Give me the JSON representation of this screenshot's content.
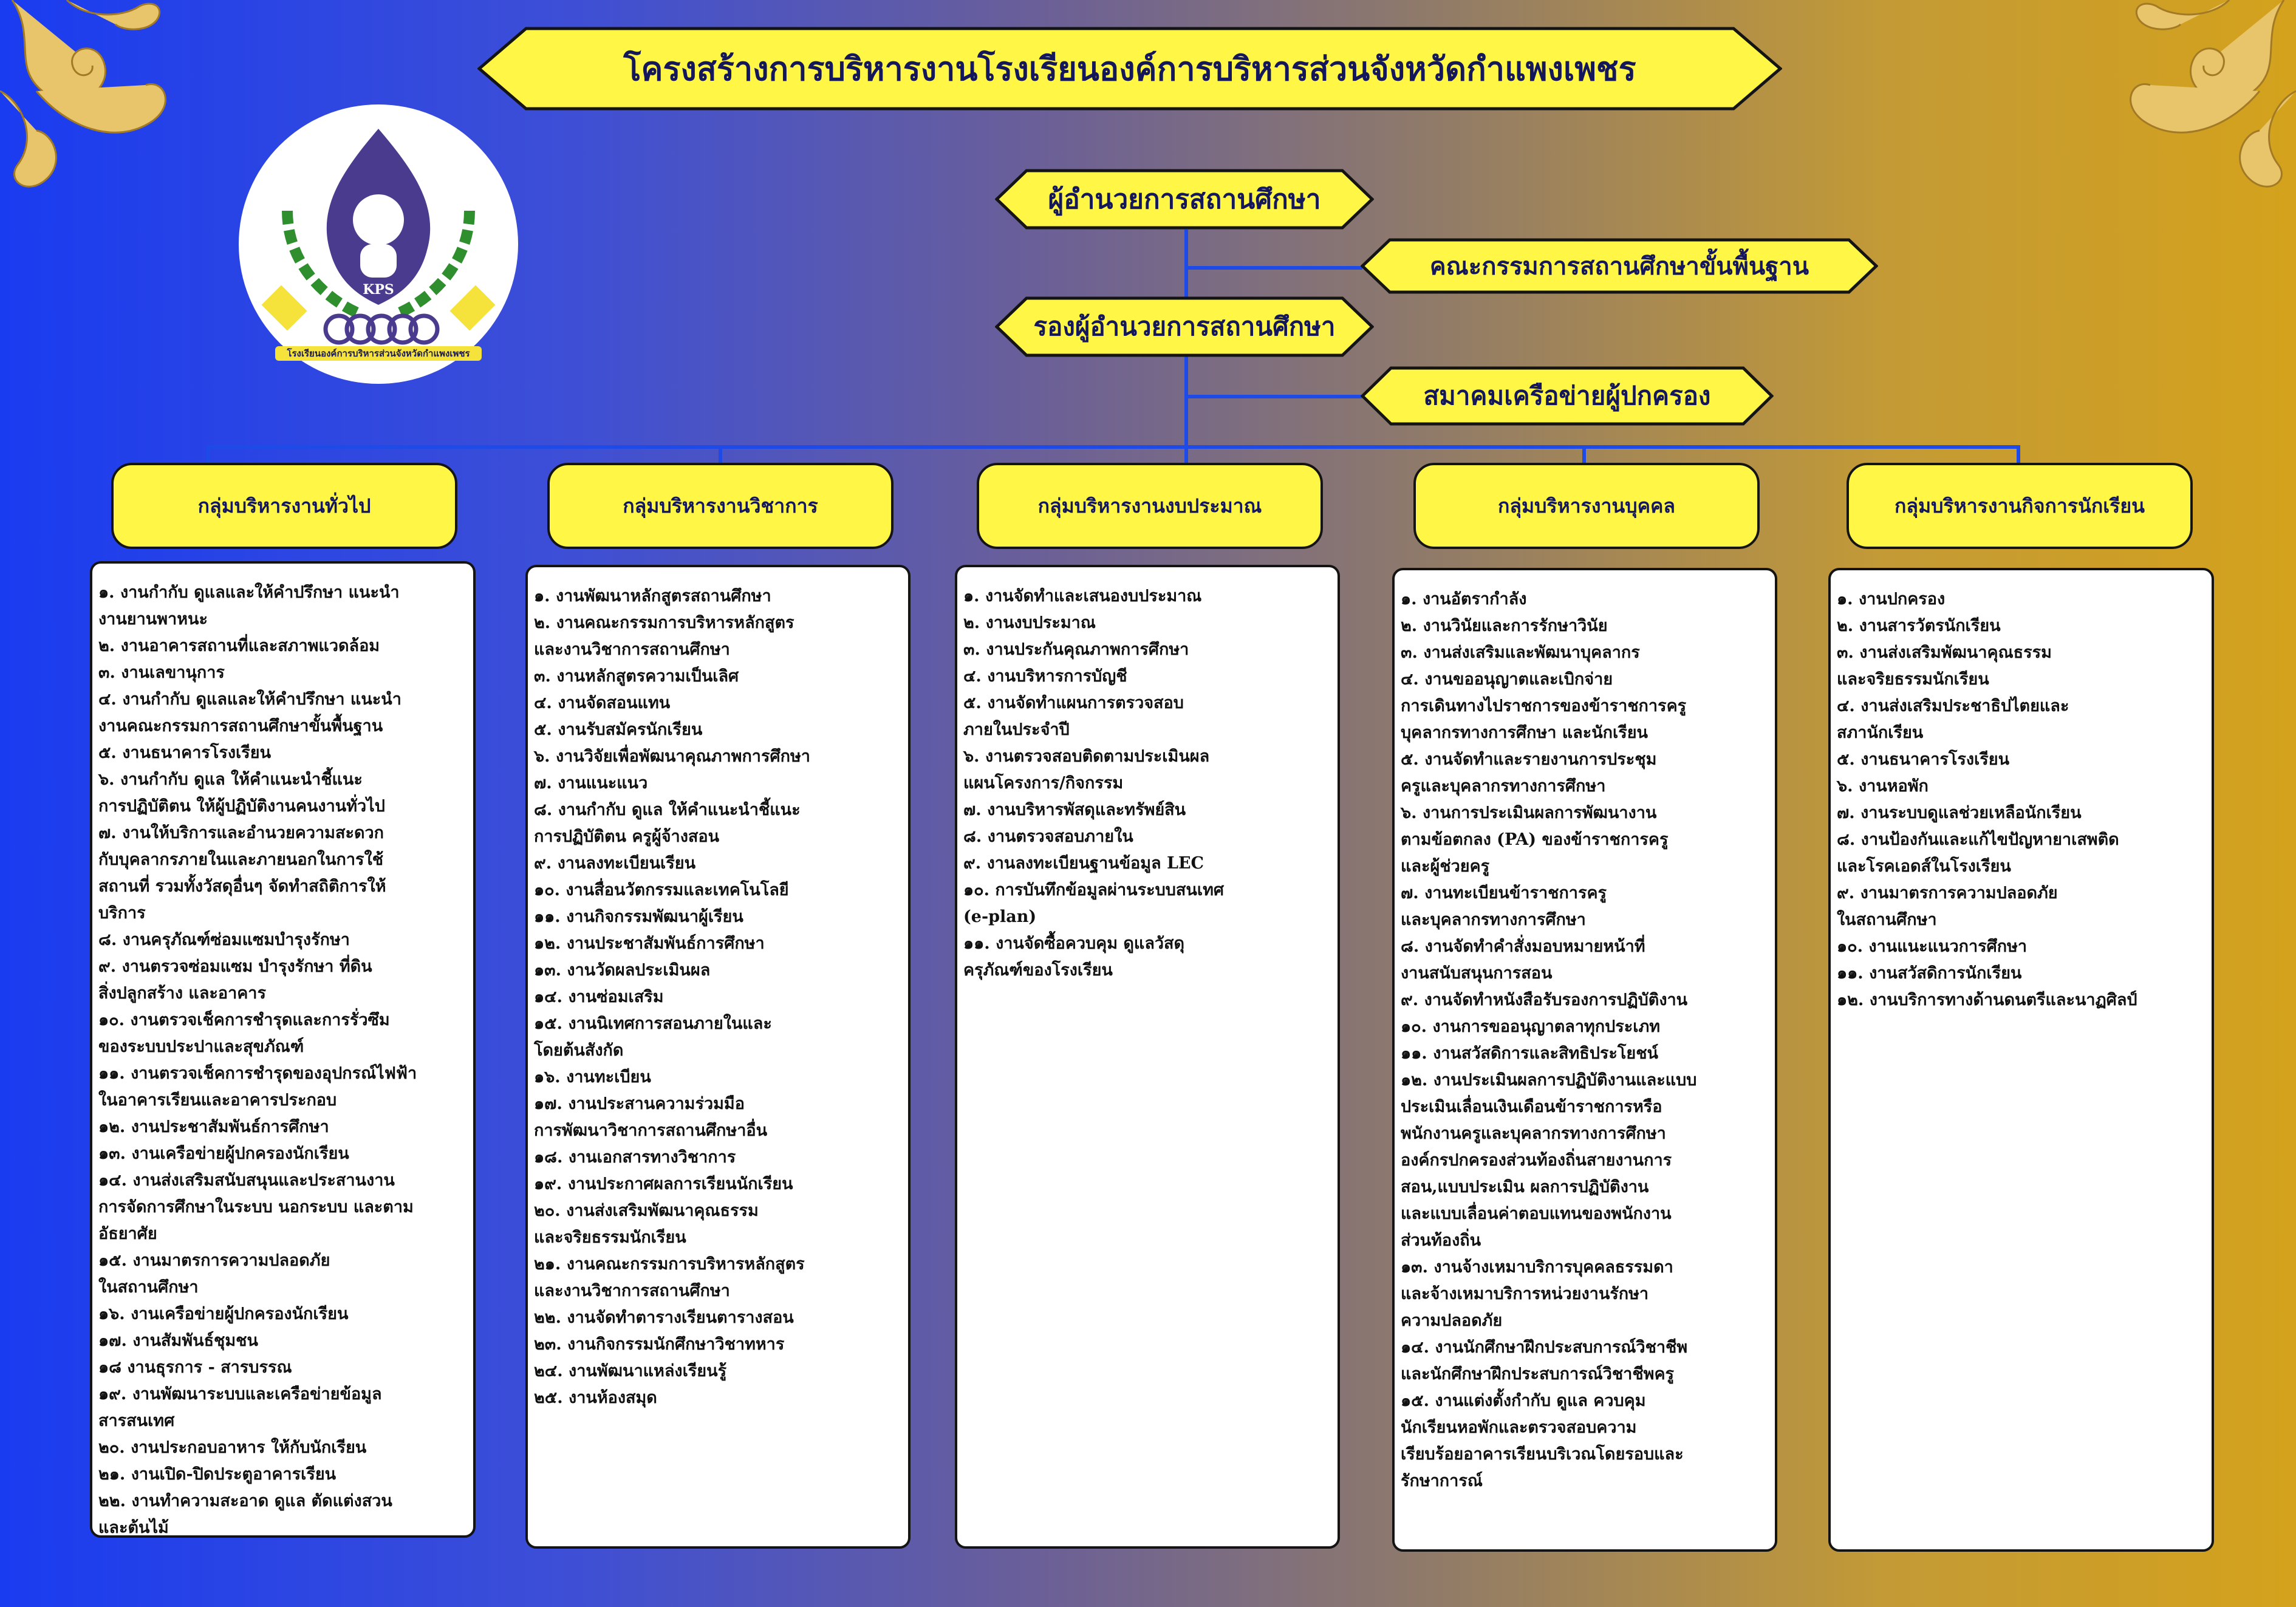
{
  "title": "โครงสร้างการบริหารงานโรงเรียนองค์การบริหารส่วนจังหวัดกำแพงเพชร",
  "logo": {
    "initials": "KPS",
    "school_name": "โรงเรียนองค์การบริหารส่วนจังหวัดกำแพงเพชร"
  },
  "top": {
    "director": "ผู้อำนวยการสถานศึกษา",
    "board": "คณะกรรมการสถานศึกษาขั้นพื้นฐาน",
    "deputy": "รองผู้อำนวยการสถานศึกษา",
    "parents_network": "สมาคมเครือข่ายผู้ปกครอง"
  },
  "groups": [
    {
      "name": "กลุ่มบริหารงานทั่วไป",
      "items": [
        "๑. งานกำกับ ดูแลและให้คำปรึกษา แนะนำ\nงานยานพาหนะ",
        "๒. งานอาคารสถานที่และสภาพแวดล้อม",
        "๓. งานเลขานุการ",
        "๔. งานกำกับ ดูแลและให้คำปรึกษา แนะนำ\nงานคณะกรรมการสถานศึกษาขั้นพื้นฐาน",
        "๕. งานธนาคารโรงเรียน",
        "๖. งานกำกับ ดูแล ให้คำแนะนำชี้แนะ\nการปฏิบัติตน ให้ผู้ปฏิบัติงานคนงานทั่วไป",
        "๗. งานให้บริการและอำนวยความสะดวก\nกับบุคลากรภายในและภายนอกในการใช้\nสถานที่ รวมทั้งวัสดุอื่นๆ จัดทำสถิติการให้\nบริการ",
        "๘. งานครุภัณฑ์ซ่อมแซมบำรุงรักษา",
        "๙. งานตรวจซ่อมแซม บำรุงรักษา ที่ดิน\nสิ่งปลูกสร้าง และอาคาร",
        "๑๐. งานตรวจเช็คการชำรุดและการรั่วซึม\nของระบบประปาและสุขภัณฑ์",
        "๑๑. งานตรวจเช็คการชำรุดของอุปกรณ์ไฟฟ้า\nในอาคารเรียนและอาคารประกอบ",
        "๑๒. งานประชาสัมพันธ์การศึกษา",
        "๑๓. งานเครือข่ายผู้ปกครองนักเรียน",
        "๑๔. งานส่งเสริมสนับสนุนและประสานงาน\nการจัดการศึกษาในระบบ นอกระบบ และตาม\nอัธยาศัย",
        "๑๕. งานมาตรการความปลอดภัย\nในสถานศึกษา",
        "๑๖. งานเครือข่ายผู้ปกครองนักเรียน",
        "๑๗. งานสัมพันธ์ชุมชน",
        "๑๘ งานธุรการ - สารบรรณ",
        "๑๙. งานพัฒนาระบบและเครือข่ายข้อมูล\nสารสนเทศ",
        "๒๐. งานประกอบอาหาร ให้กับนักเรียน",
        "๒๑. งานเปิด-ปิดประตูอาคารเรียน",
        "๒๒. งานทำความสะอาด ดูแล ตัดแต่งสวน\nและต้นไม้"
      ]
    },
    {
      "name": "กลุ่มบริหารงานวิชาการ",
      "items": [
        "๑. งานพัฒนาหลักสูตรสถานศึกษา",
        "๒. งานคณะกรรมการบริหารหลักสูตร\nและงานวิชาการสถานศึกษา",
        "๓. งานหลักสูตรความเป็นเลิศ",
        "๔. งานจัดสอนแทน",
        "๕. งานรับสมัครนักเรียน",
        "๖. งานวิจัยเพื่อพัฒนาคุณภาพการศึกษา",
        "๗. งานแนะแนว",
        "๘. งานกำกับ ดูแล ให้คำแนะนำชี้แนะ\nการปฏิบัติตน ครูผู้จ้างสอน",
        "๙. งานลงทะเบียนเรียน",
        "๑๐. งานสื่อนวัตกรรมและเทคโนโลยี",
        "๑๑. งานกิจกรรมพัฒนาผู้เรียน",
        "๑๒. งานประชาสัมพันธ์การศึกษา",
        "๑๓. งานวัดผลประเมินผล",
        "๑๔. งานซ่อมเสริม",
        "๑๕. งานนิเทศการสอนภายในและ\nโดยต้นสังกัด",
        "๑๖. งานทะเบียน",
        "๑๗. งานประสานความร่วมมือ\nการพัฒนาวิชาการสถานศึกษาอื่น",
        "๑๘. งานเอกสารทางวิชาการ",
        "๑๙. งานประกาศผลการเรียนนักเรียน",
        "๒๐. งานส่งเสริมพัฒนาคุณธรรม\nและจริยธรรมนักเรียน",
        "๒๑. งานคณะกรรมการบริหารหลักสูตร\nและงานวิชาการสถานศึกษา",
        "๒๒. งานจัดทำตารางเรียนตารางสอน",
        "๒๓. งานกิจกรรมนักศึกษาวิชาทหาร",
        "๒๔. งานพัฒนาแหล่งเรียนรู้",
        "๒๕. งานห้องสมุด"
      ]
    },
    {
      "name": "กลุ่มบริหารงานงบประมาณ",
      "items": [
        "๑. งานจัดทำและเสนองบประมาณ",
        "๒. งานงบประมาณ",
        "๓. งานประกันคุณภาพการศึกษา",
        "๔. งานบริหารการบัญชี",
        "๕. งานจัดทำแผนการตรวจสอบ\nภายในประจำปี",
        "๖. งานตรวจสอบติดตามประเมินผล\nแผนโครงการ/กิจกรรม",
        "๗. งานบริหารพัสดุและทรัพย์สิน",
        "๘. งานตรวจสอบภายใน",
        "๙. งานลงทะเบียนฐานข้อมูล LEC",
        "๑๐. การบันทึกข้อมูลผ่านระบบสนเทศ\n(e-plan)",
        "๑๑. งานจัดซื้อควบคุม ดูแลวัสดุ\nครุภัณฑ์ของโรงเรียน"
      ]
    },
    {
      "name": "กลุ่มบริหารงานบุคคล",
      "items": [
        "๑. งานอัตรากำลัง",
        "๒. งานวินัยและการรักษาวินัย",
        "๓. งานส่งเสริมและพัฒนาบุคลากร",
        "๔. งานขออนุญาตและเบิกจ่าย\nการเดินทางไปราชการของข้าราชการครู\nบุคลากรทางการศึกษา และนักเรียน",
        "๕. งานจัดทำและรายงานการประชุม\nครูและบุคลากรทางการศึกษา",
        "๖. งานการประเมินผลการพัฒนางาน\nตามข้อตกลง (PA) ของข้าราชการครู\nและผู้ช่วยครู",
        "๗. งานทะเบียนข้าราชการครู\nและบุคลากรทางการศึกษา",
        "๘. งานจัดทำคำสั่งมอบหมายหน้าที่\nงานสนับสนุนการสอน",
        "๙. งานจัดทำหนังสือรับรองการปฏิบัติงาน",
        "๑๐. งานการขออนุญาตลาทุกประเภท",
        "๑๑. งานสวัสดิการและสิทธิประโยชน์",
        "๑๒. งานประเมินผลการปฏิบัติงานและแบบ\nประเมินเลื่อนเงินเดือนข้าราชการหรือ\nพนักงานครูและบุคลากรทางการศึกษา\nองค์กรปกครองส่วนท้องถิ่นสายงานการ\nสอน,แบบประเมิน ผลการปฏิบัติงาน\nและแบบเลื่อนค่าตอบแทนของพนักงาน\nส่วนท้องถิ่น",
        "๑๓. งานจ้างเหมาบริการบุคคลธรรมดา\nและจ้างเหมาบริการหน่วยงานรักษา\nความปลอดภัย",
        "๑๔. งานนักศึกษาฝึกประสบการณ์วิชาชีพ\nและนักศึกษาฝึกประสบการณ์วิชาชีพครู",
        "๑๕. งานแต่งตั้งกำกับ ดูแล ควบคุม\nนักเรียนหอพักและตรวจสอบความ\nเรียบร้อยอาคารเรียนบริเวณโดยรอบและ\nรักษาการณ์"
      ]
    },
    {
      "name": "กลุ่มบริหารงานกิจการนักเรียน",
      "items": [
        "๑. งานปกครอง",
        "๒. งานสารวัตรนักเรียน",
        "๓. งานส่งเสริมพัฒนาคุณธรรม\nและจริยธรรมนักเรียน",
        "๔. งานส่งเสริมประชาธิปไตยและ\nสภานักเรียน",
        "๕. งานธนาคารโรงเรียน",
        "๖. งานหอพัก",
        "๗. งานระบบดูแลช่วยเหลือนักเรียน",
        "๘. งานป้องกันและแก้ไขปัญหายาเสพติด\n และโรคเอดส์ในโรงเรียน",
        "๙. งานมาตรการความปลอดภัย\nในสถานศึกษา",
        "๑๐. งานแนะแนวการศึกษา",
        "๑๑. งานสวัสดิการนักเรียน",
        "๑๒. งานบริการทางด้านดนตรีและนาฏศิลป์"
      ]
    }
  ],
  "colors": {
    "hexagon_fill": "#fff645",
    "connector": "#1e4ae8",
    "text": "#14185a"
  }
}
